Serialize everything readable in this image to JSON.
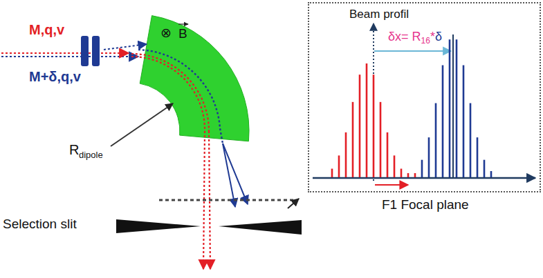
{
  "diagram": {
    "nodes": [
      {
        "text": [
          "Beam profil",
          "δx= R",
          "16",
          "*",
          "δ"
        ]
      }
    ],
    "labels": [
      "M,q,v",
      "M+δ,q,v",
      "⊗",
      "B",
      "R",
      "dipole",
      "Selection slit",
      "F1 Focal plane"
    ]
  }
}
